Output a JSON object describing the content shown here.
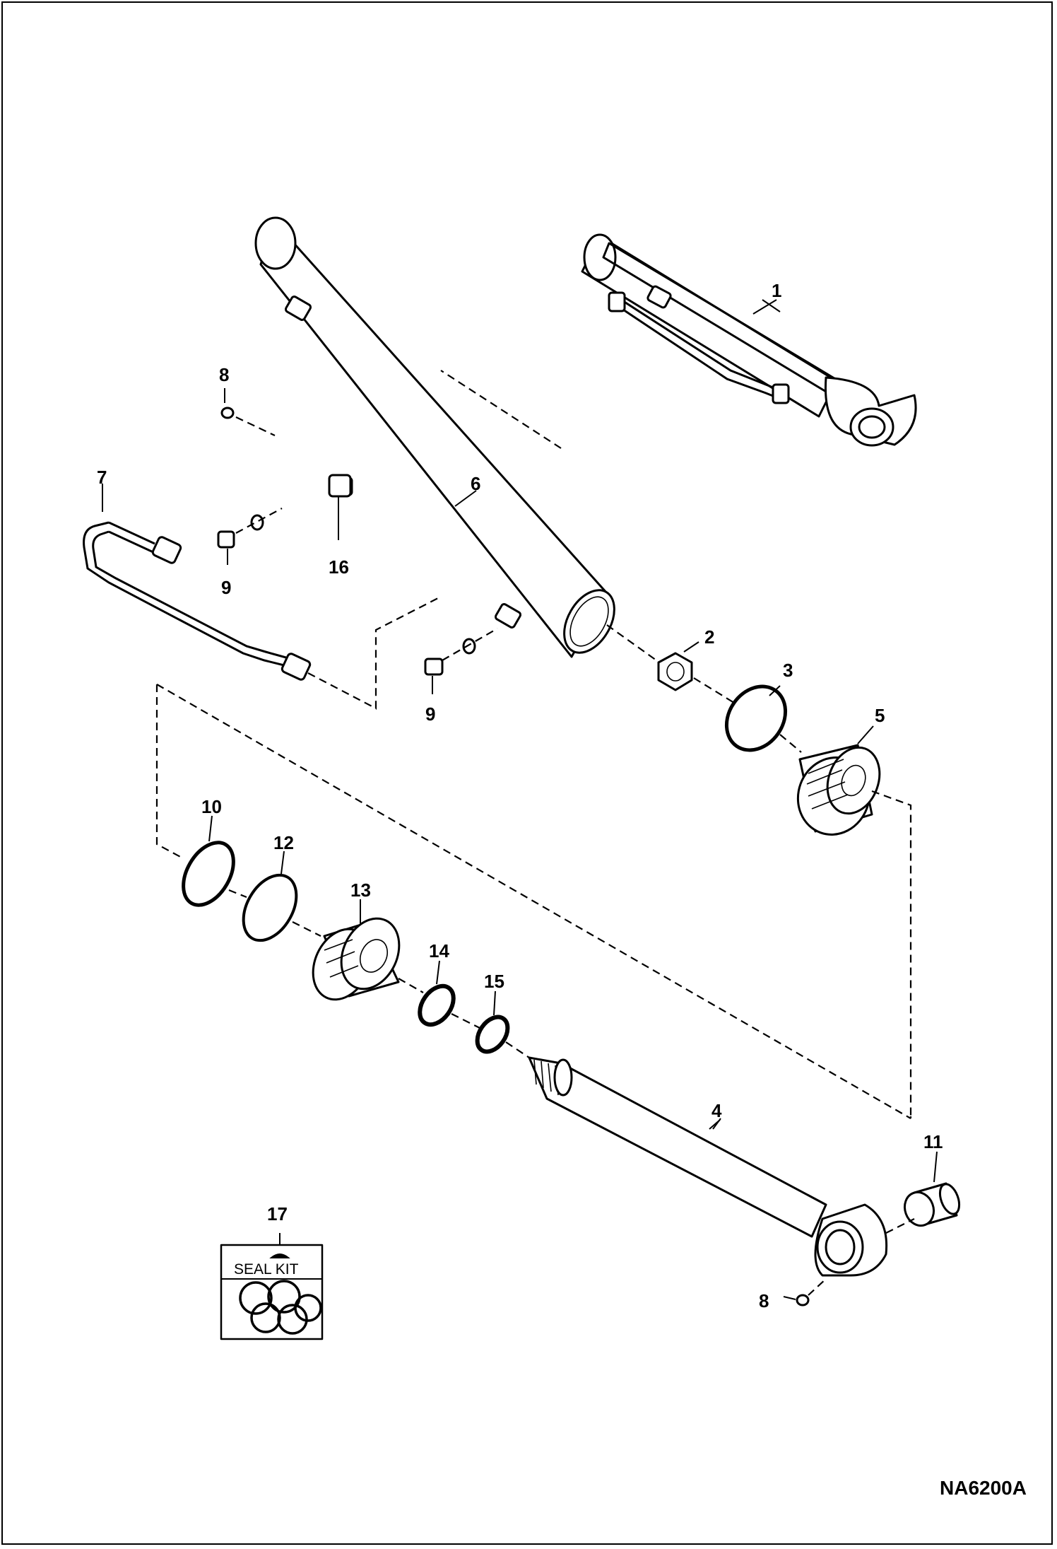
{
  "diagram": {
    "drawing_code": "NA6200A",
    "seal_kit_label": "SEAL KIT",
    "callouts": [
      {
        "id": "c1",
        "text": "1"
      },
      {
        "id": "c2",
        "text": "2"
      },
      {
        "id": "c3",
        "text": "3"
      },
      {
        "id": "c4",
        "text": "4"
      },
      {
        "id": "c5",
        "text": "5"
      },
      {
        "id": "c6",
        "text": "6"
      },
      {
        "id": "c7",
        "text": "7"
      },
      {
        "id": "c8a",
        "text": "8"
      },
      {
        "id": "c8b",
        "text": "8"
      },
      {
        "id": "c9a",
        "text": "9"
      },
      {
        "id": "c9b",
        "text": "9"
      },
      {
        "id": "c10",
        "text": "10"
      },
      {
        "id": "c11",
        "text": "11"
      },
      {
        "id": "c12",
        "text": "12"
      },
      {
        "id": "c13",
        "text": "13"
      },
      {
        "id": "c14",
        "text": "14"
      },
      {
        "id": "c15",
        "text": "15"
      },
      {
        "id": "c16",
        "text": "16"
      },
      {
        "id": "c17",
        "text": "17"
      }
    ]
  }
}
